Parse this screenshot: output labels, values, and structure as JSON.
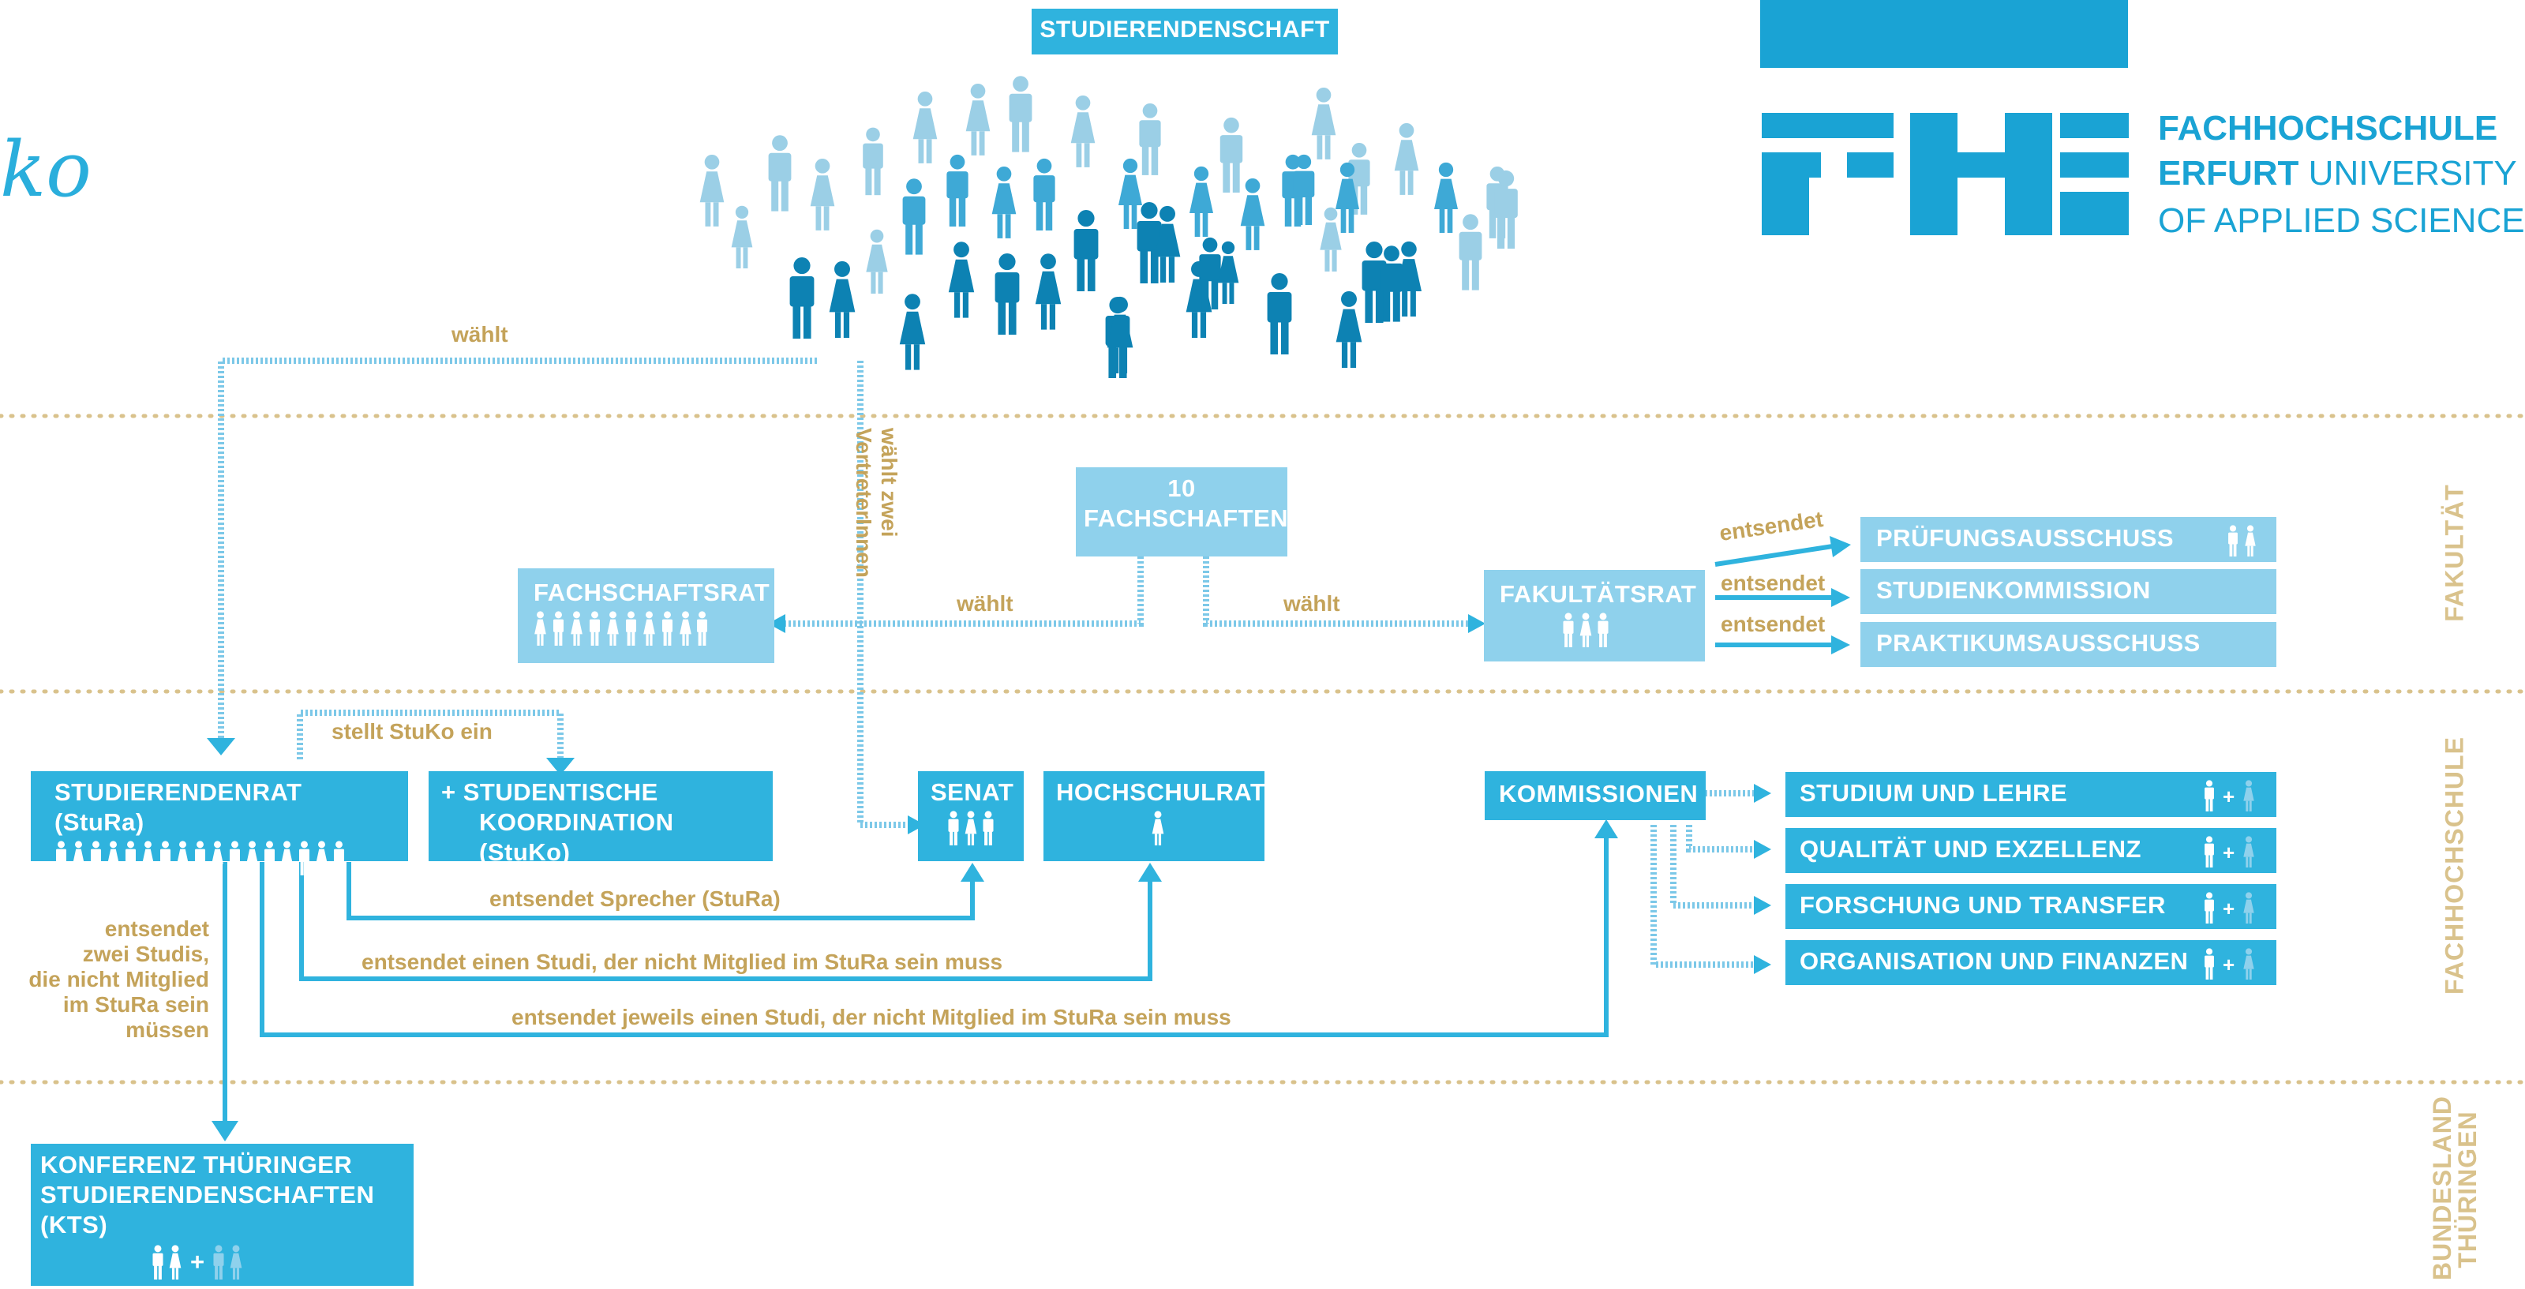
{
  "header": {
    "title": "STUDIERENDENSCHAFT",
    "partial_word": "ko"
  },
  "logo": {
    "line1": "FACHHOCHSCHULE",
    "line2_bold": "ERFURT",
    "line2_rest": "UNIVERSITY",
    "line3": "OF APPLIED SCIENCES",
    "color": "#1aa3d4"
  },
  "sections": {
    "fakultaet": "FAKULTÄT",
    "fachhochschule": "FACHHOCHSCHULE",
    "bundesland_1": "BUNDESLAND",
    "bundesland_2": "THÜRINGEN"
  },
  "boxes": {
    "fachschaften_1": "10",
    "fachschaften_2": "FACHSCHAFTEN",
    "fachschaftsrat": "FACHSCHAFTSRAT",
    "fakultaetsrat": "FAKULTÄTSRAT",
    "pruefungsausschuss": "PRÜFUNGSAUSSCHUSS",
    "studienkommission": "STUDIENKOMMISSION",
    "praktikumsausschuss": "PRAKTIKUMSAUSSCHUSS",
    "stura": "STUDIERENDENRAT (StuRa)",
    "stuko_1": "+ STUDENTISCHE",
    "stuko_2": "KOORDINATION (StuKo)",
    "senat": "SENAT",
    "hochschulrat": "HOCHSCHULRAT",
    "kommissionen": "KOMMISSIONEN",
    "studium": "STUDIUM UND LEHRE",
    "qualitaet": "QUALITÄT UND EXZELLENZ",
    "forschung": "FORSCHUNG UND TRANSFER",
    "organisation": "ORGANISATION UND FINANZEN",
    "kts_1": "KONFERENZ THÜRINGER",
    "kts_2": "STUDIERENDENSCHAFTEN",
    "kts_3": "(KTS)"
  },
  "labels": {
    "waehlt_top": "wählt",
    "waehlt_zwei_1": "wählt zwei",
    "waehlt_zwei_2": "VertreterInnen",
    "waehlt_left": "wählt",
    "waehlt_right": "wählt",
    "entsendet_1": "entsendet",
    "entsendet_2": "entsendet",
    "entsendet_3": "entsendet",
    "stellt_stuko": "stellt StuKo ein",
    "sprecher": "entsendet Sprecher (StuRa)",
    "einen_studi": "entsendet einen Studi, der nicht Mitglied im StuRa sein muss",
    "jeweils_studi": "entsendet jeweils einen Studi, der nicht Mitglied im StuRa sein muss",
    "kts_send_1": "entsendet",
    "kts_send_2": "zwei Studis,",
    "kts_send_3": "die nicht Mitglied",
    "kts_send_4": "im StuRa sein",
    "kts_send_5": "müssen",
    "plus": "+"
  },
  "colors": {
    "dark_blue": "#2fb3de",
    "light_blue": "#8fd1ec",
    "gold": "#c4a35a",
    "section_gold": "#d9c28c",
    "people_dark": "#0d82b3",
    "people_mid": "#3ea9d6",
    "people_light": "#9bcfe6"
  },
  "icons": {
    "people_crowd": "people-crowd-icon",
    "person": "person-icon"
  }
}
